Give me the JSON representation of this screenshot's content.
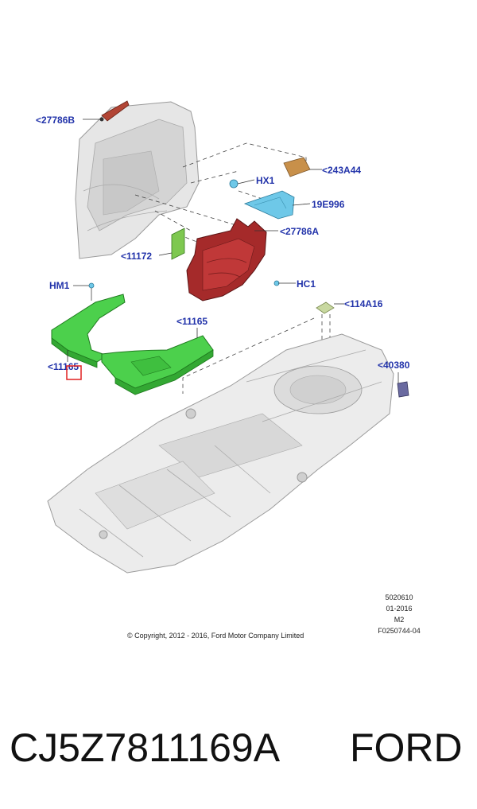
{
  "callouts": {
    "c27786B": "<27786B",
    "c243A44": "<243A44",
    "cHX1": "HX1",
    "c19E996": "19E996",
    "c27786A": "<27786A",
    "c11172": "<11172",
    "cHM1": "HM1",
    "cHC1": "HC1",
    "c114A16": "<114A16",
    "c11165a": "<11165",
    "c11165b": "<11165",
    "c40380": "<40380"
  },
  "meta": {
    "line1": "5020610",
    "line2": "01-2016",
    "line3": "M2",
    "line4": "F0250744-04"
  },
  "copyright": "© Copyright, 2012 - 2016, Ford Motor Company Limited",
  "footer": {
    "part_number": "CJ5Z7811169A",
    "brand": "FORD"
  },
  "colors": {
    "callout": "#2233aa",
    "green_part": "#4cd04c",
    "red_part": "#a52a2a",
    "cyan_part": "#6ec8e8",
    "orange_part": "#c8904a",
    "lightgreen_part": "#7ec850",
    "purple_part": "#6a6aa0",
    "highlight_box": "#e02020"
  }
}
